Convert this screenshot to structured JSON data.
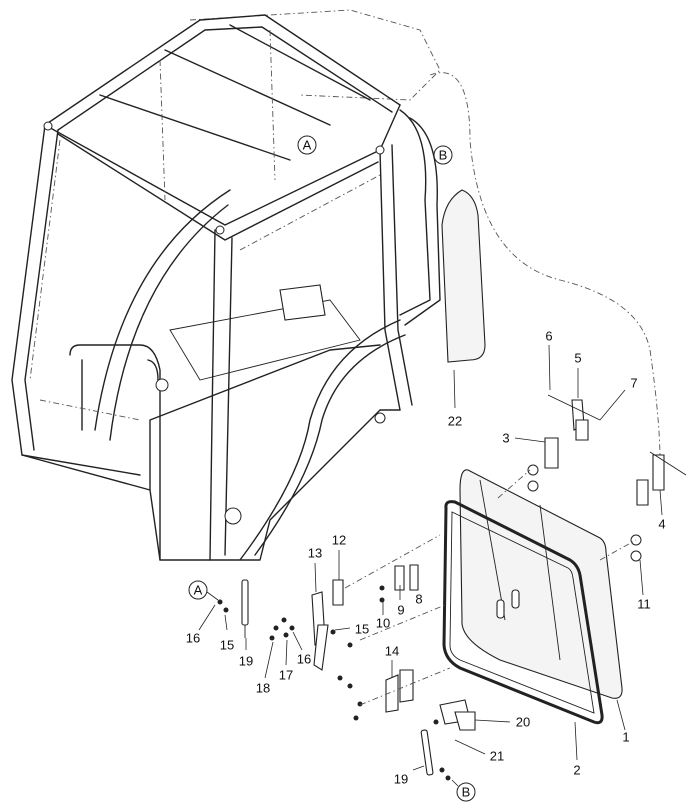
{
  "callouts": [
    "A",
    "B"
  ],
  "labels": [
    "1",
    "2",
    "3",
    "4",
    "5",
    "6",
    "7",
    "8",
    "9",
    "10",
    "11",
    "12",
    "13",
    "14",
    "15",
    "16",
    "17",
    "18",
    "19",
    "20",
    "21",
    "22"
  ],
  "colors": {
    "line": "#222222",
    "background": "#ffffff",
    "glass": "#f4f4f4"
  }
}
